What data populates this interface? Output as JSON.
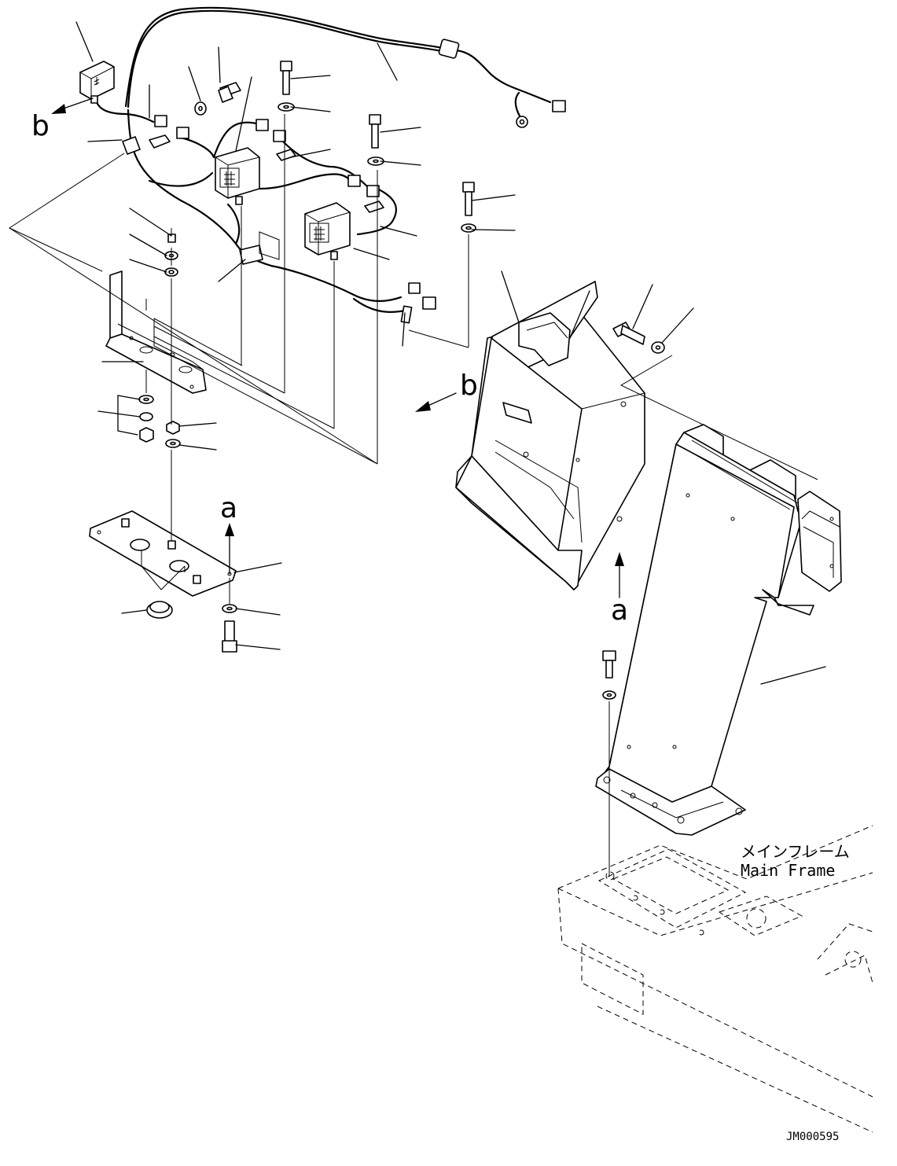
{
  "diagram": {
    "view_markers": {
      "arrow_a": "a",
      "arrow_b": "b"
    },
    "main_frame_label": {
      "japanese": "メインフレーム",
      "english": "Main Frame"
    },
    "drawing_number": "JM000595",
    "colors": {
      "ink": "#000000",
      "paper": "#ffffff"
    }
  }
}
